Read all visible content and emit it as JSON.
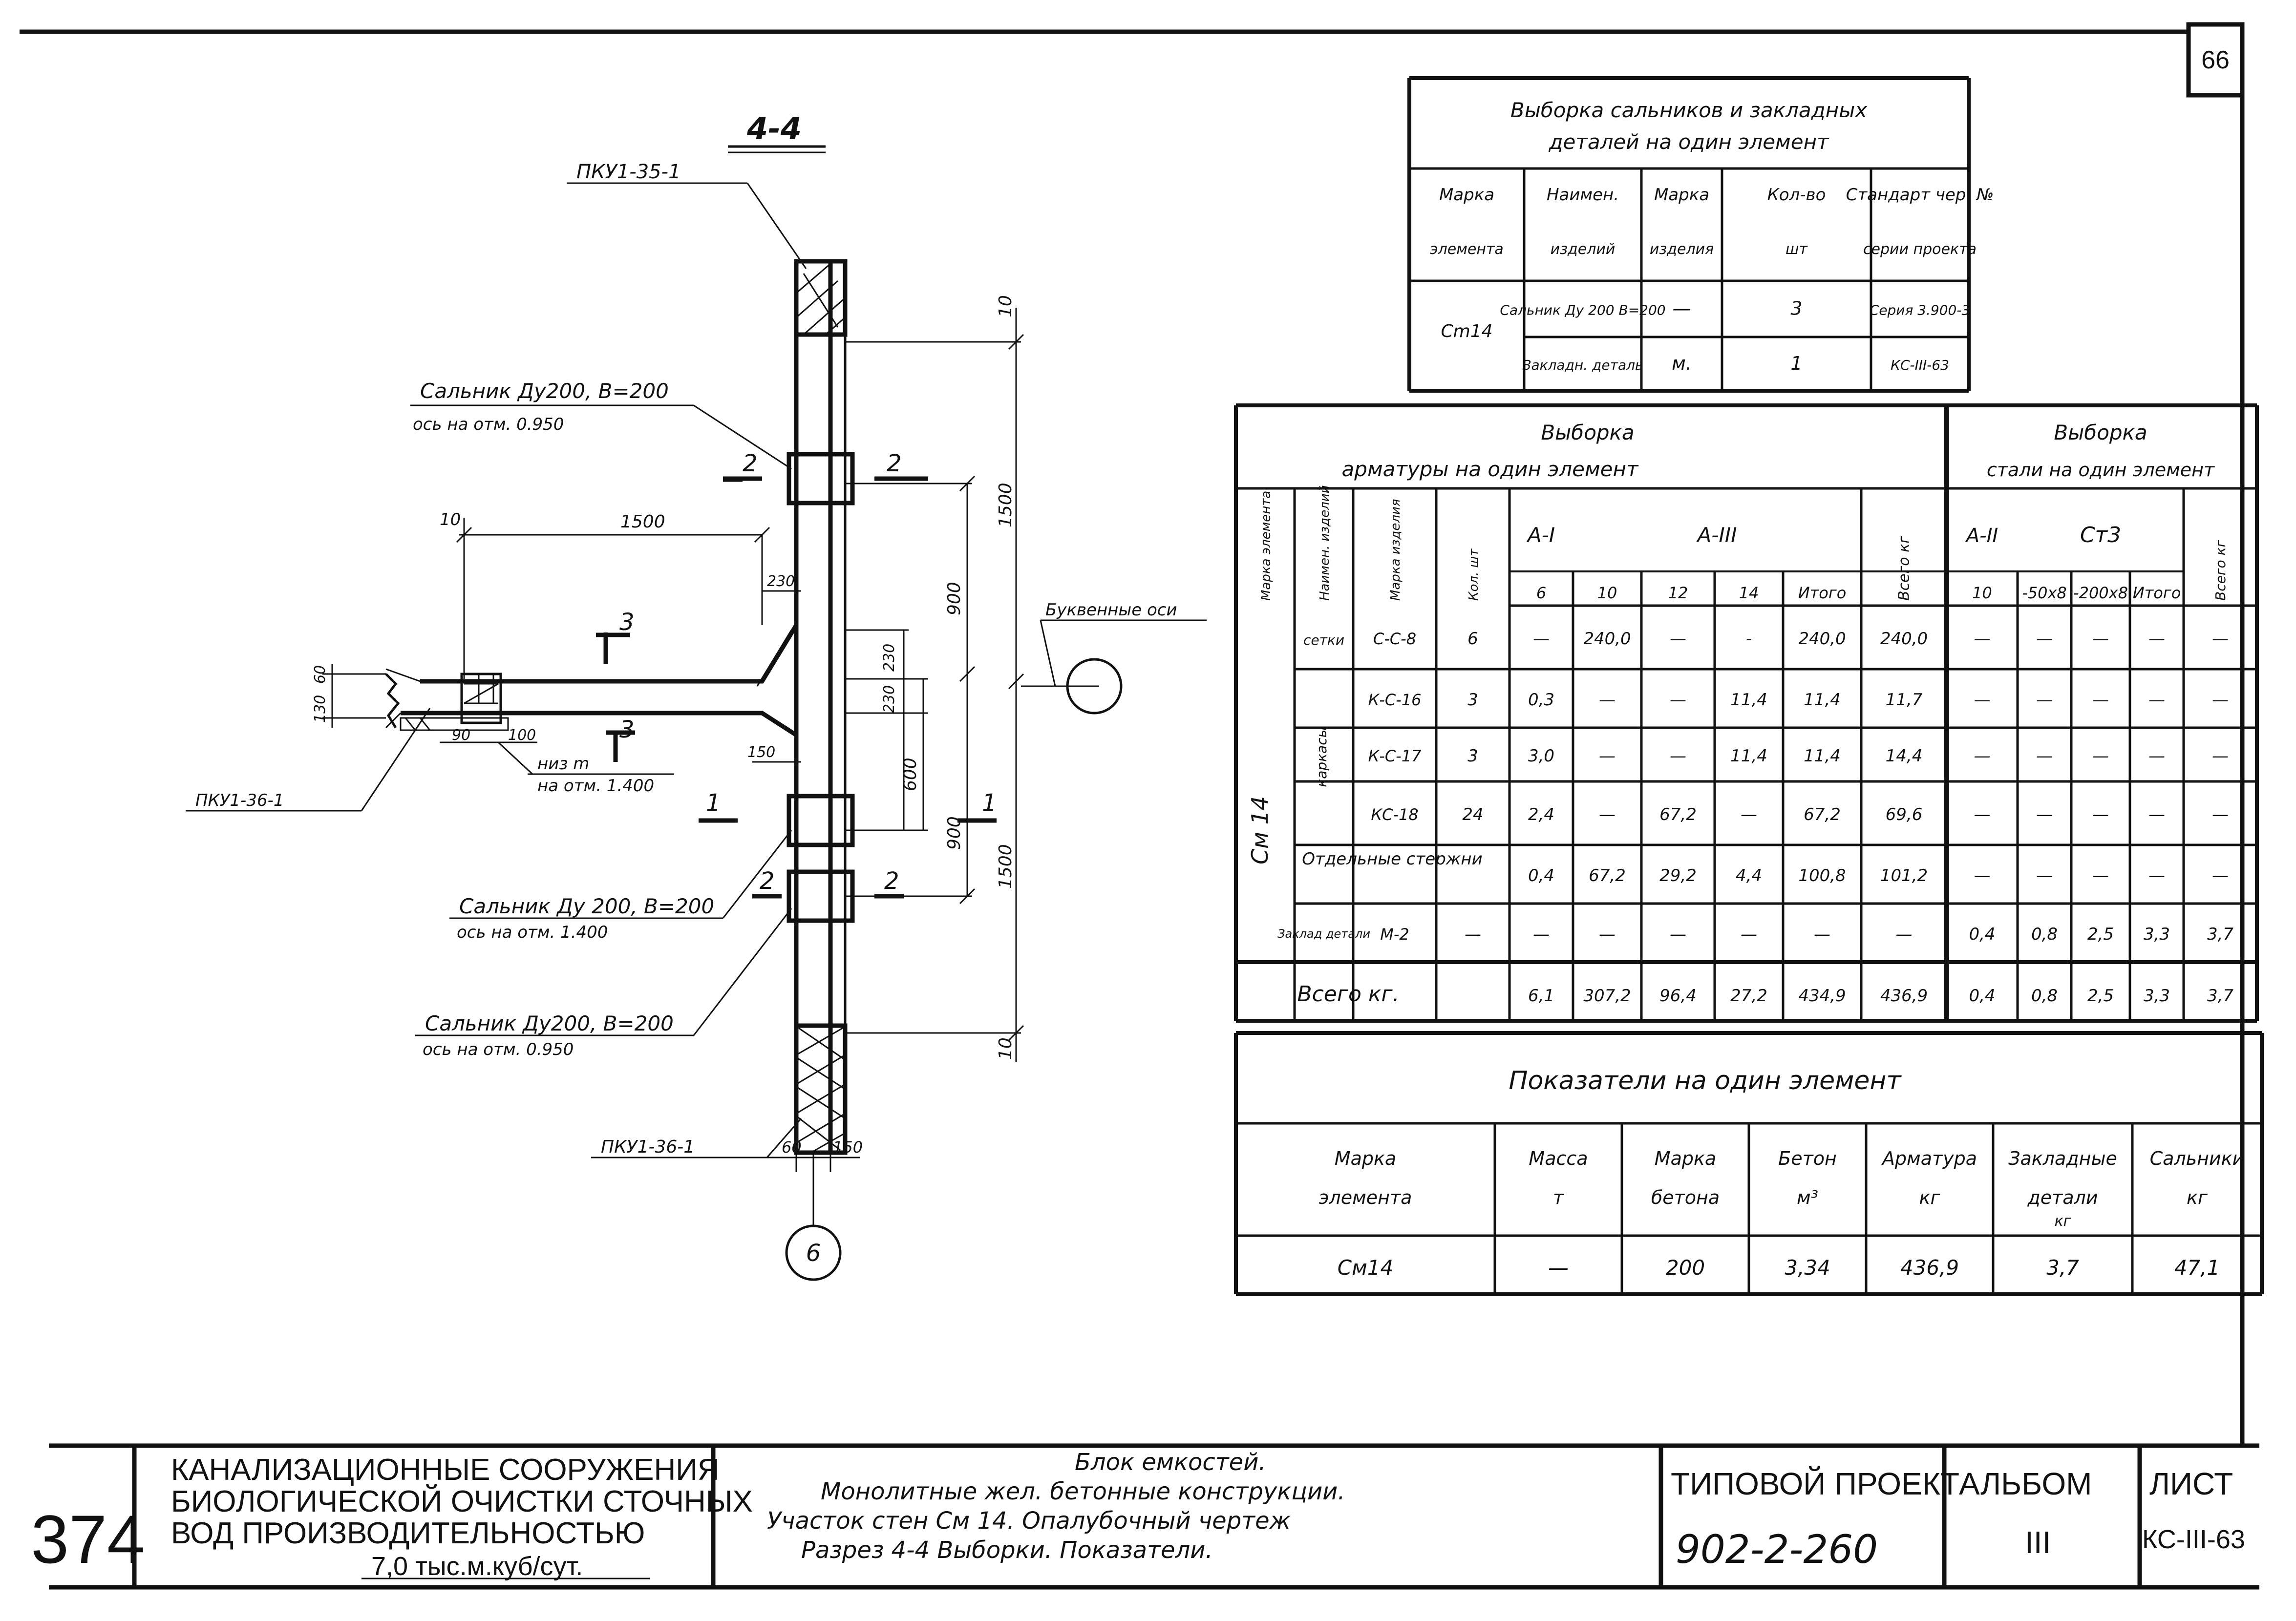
{
  "sheet_number": "66",
  "section": {
    "title": "4-4",
    "pkui_top": "ПКУ1-35-1",
    "pkui_left": "ПКУ1-36-1",
    "pkui_bottom": "ПКУ1-36-1",
    "seal1_line1": "Сальник Ду200, В=200",
    "seal1_line2": "ось на отм. 0.950",
    "seal2_line1": "Сальник Ду 200, В=200",
    "seal2_line2": "ось на отм. 1.400",
    "seal3_line1": "Сальник Ду200, В=200",
    "seal3_line2": "ось на отм. 0.950",
    "bottom_line1": "низ m",
    "bottom_line2": "на отм. 1.400",
    "axis_label": "Буквенные оси",
    "axis_bottom": "6",
    "cut2": "2",
    "cut1": "1",
    "cut3": "3",
    "dims": {
      "d10": "10",
      "d1500a": "1500",
      "d900a": "900",
      "d230": "230",
      "d600": "600",
      "d900b": "900",
      "d1500b": "1500",
      "d10b": "10",
      "d1500h": "1500",
      "d10h": "10",
      "d130": "130",
      "d60": "60",
      "d90": "90",
      "d100": "100",
      "d150": "150",
      "d60b": "60",
      "d150b": "150",
      "d230v": "230",
      "d230w": "230"
    }
  },
  "table_seals": {
    "title_line1": "Выборка сальников и закладных",
    "title_line2": "деталей на один элемент",
    "headers": [
      "Марка элемента",
      "Наимен. изделий",
      "Марка изделия",
      "Кол-во шт",
      "Стандарт чер. № серии проекта"
    ],
    "element": "Cm14",
    "rows": [
      {
        "name": "Сальник Ду 200 B=200",
        "mark": "—",
        "qty": "3",
        "std": "Серия 3.900-3"
      },
      {
        "name": "Закладн. деталь",
        "mark": "м.",
        "qty": "1",
        "std": "КС-III-63"
      }
    ]
  },
  "table_rebar": {
    "title_left1": "Выборка",
    "title_left2": "арматуры на один элемент",
    "title_right1": "Выборка",
    "title_right2": "стали на один элемент",
    "col_headers": [
      "Марка элемента",
      "Наимен. изделий",
      "Марка изделия",
      "Кол. шт"
    ],
    "group_AI": "A-I",
    "group_AIII": "A-III",
    "total_kg": "Всего кг",
    "group_AII": "A-II",
    "group_st3": "Ст3",
    "total_kg2": "Всего кг",
    "sub_headers": [
      "6",
      "10",
      "12",
      "14",
      "Итого",
      "10",
      "-50x8",
      "-200x8",
      "Итого"
    ],
    "element": "См 14",
    "label_setki": "сетки",
    "label_karkasy": "каркасы",
    "label_rods": "Отдельные стержни",
    "label_zakl": "Заклад детали",
    "rows": [
      {
        "mark": "С-С-8",
        "qty": "6",
        "v": [
          "—",
          "240,0",
          "—",
          "-",
          "240,0",
          "240,0",
          "—",
          "—",
          "—",
          "—",
          "—"
        ]
      },
      {
        "mark": "К-С-16",
        "qty": "3",
        "v": [
          "0,3",
          "—",
          "—",
          "11,4",
          "11,4",
          "11,7",
          "—",
          "—",
          "—",
          "—",
          "—"
        ]
      },
      {
        "mark": "К-С-17",
        "qty": "3",
        "v": [
          "3,0",
          "—",
          "—",
          "11,4",
          "11,4",
          "14,4",
          "—",
          "—",
          "—",
          "—",
          "—"
        ]
      },
      {
        "mark": "КС-18",
        "qty": "24",
        "v": [
          "2,4",
          "—",
          "67,2",
          "—",
          "67,2",
          "69,6",
          "—",
          "—",
          "—",
          "—",
          "—"
        ]
      },
      {
        "mark": "",
        "qty": "",
        "v": [
          "0,4",
          "67,2",
          "29,2",
          "4,4",
          "100,8",
          "101,2",
          "—",
          "—",
          "—",
          "—",
          "—"
        ]
      },
      {
        "mark": "М-2",
        "qty": "—",
        "v": [
          "—",
          "—",
          "—",
          "—",
          "—",
          "—",
          "0,4",
          "0,8",
          "2,5",
          "3,3",
          "3,7"
        ]
      }
    ],
    "total_label": "Всего кг.",
    "total": [
      "6,1",
      "307,2",
      "96,4",
      "27,2",
      "434,9",
      "436,9",
      "0,4",
      "0,8",
      "2,5",
      "3,3",
      "3,7"
    ]
  },
  "table_indicators": {
    "title": "Показатели на один элемент",
    "headers": [
      {
        "l1": "Марка",
        "l2": "элемента",
        "l3": ""
      },
      {
        "l1": "Масса",
        "l2": "т",
        "l3": ""
      },
      {
        "l1": "Марка",
        "l2": "бетона",
        "l3": ""
      },
      {
        "l1": "Бетон",
        "l2": "м³",
        "l3": ""
      },
      {
        "l1": "Арматура",
        "l2": "кг",
        "l3": ""
      },
      {
        "l1": "Закладные",
        "l2": "детали",
        "l3": "кг"
      },
      {
        "l1": "Сальники",
        "l2": "кг",
        "l3": ""
      }
    ],
    "row": [
      "См14",
      "—",
      "200",
      "3,34",
      "436,9",
      "3,7",
      "47,1"
    ]
  },
  "title_block": {
    "archive": "374",
    "org_line1": "КАНАЛИЗАЦИОННЫЕ  СООРУЖЕНИЯ",
    "org_line2": "БИОЛОГИЧЕСКОЙ ОЧИСТКИ СТОЧНЫХ",
    "org_line3": "ВОД    ПРОИЗВОДИТЕЛЬНОСТЬЮ",
    "org_line4": "7,0 тыс.м.куб/сут.",
    "desc_line1": "Блок емкостей.",
    "desc_line2": "Монолитные  жел. бетонные  конструкции.",
    "desc_line3": "Участок  стен   См 14.  Опалубочный чертеж",
    "desc_line4": "Разрез 4-4 Выборки.  Показатели.",
    "proj_label": "ТИПОВОЙ ПРОЕКТ",
    "proj_number": "902-2-260",
    "album_label": "АЛЬБОМ",
    "album_value": "III",
    "sheet_label": "ЛИСТ",
    "sheet_value": "КС-III-63"
  }
}
